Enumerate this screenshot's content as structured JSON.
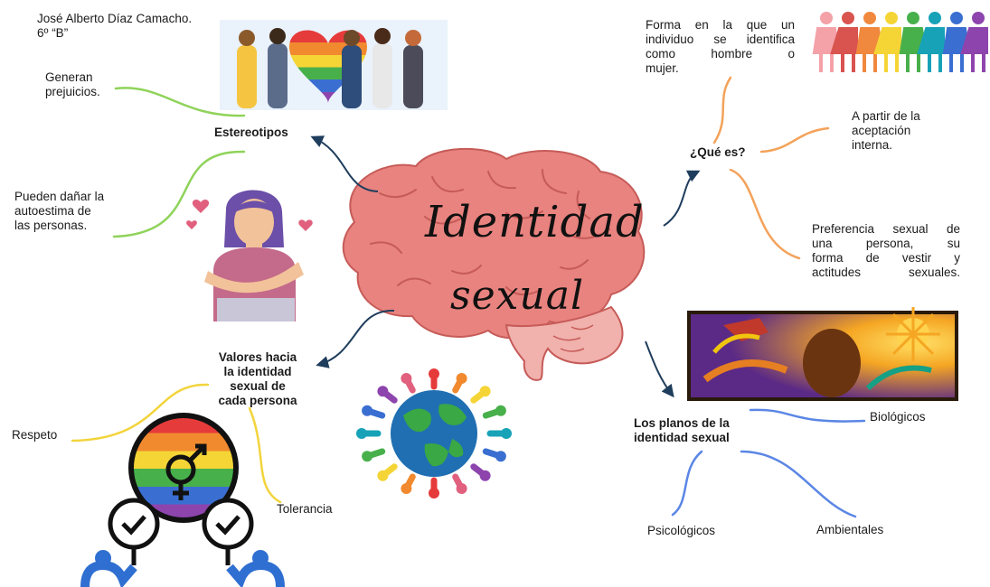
{
  "author": {
    "name": "José Alberto Díaz Camacho.",
    "group": "6º “B”"
  },
  "center": {
    "title_line1": "Identidad",
    "title_line2": "sexual"
  },
  "stereotypes": {
    "heading": "Estereotipos",
    "items": [
      {
        "line1": "Generan",
        "line2": "prejuicios."
      },
      {
        "line1": "Pueden dañar la",
        "line2": "autoestima de",
        "line3": "las personas."
      }
    ]
  },
  "what_is": {
    "heading": "¿Qué es?",
    "items": [
      {
        "line1": "Forma en la que un",
        "line2": "individuo se identifica",
        "line3": "como hombre o",
        "line4": "mujer."
      },
      {
        "line1": "A partir de la",
        "line2": "aceptación",
        "line3": "interna."
      },
      {
        "line1": "Preferencia sexual de",
        "line2": "una persona, su",
        "line3": "forma de vestir y",
        "line4": "actitudes sexuales."
      }
    ]
  },
  "values": {
    "heading_line1": "Valores hacia",
    "heading_line2": "la identidad",
    "heading_line3": "sexual de",
    "heading_line4": "cada persona",
    "items": [
      "Respeto",
      "Tolerancia"
    ]
  },
  "planes": {
    "heading_line1": "Los planos de la",
    "heading_line2": "identidad sexual",
    "items": [
      "Biológicos",
      "Psicológicos",
      "Ambientales"
    ]
  },
  "colors": {
    "brain": "#e8837f",
    "green_branch": "#8fd35a",
    "orange_branch": "#f4a25a",
    "yellow_branch": "#f2d43c",
    "blue_branch": "#5b86e5",
    "arrow": "#1f3d5c"
  },
  "icons": [
    "people-heart-illustration",
    "self-hug-woman-illustration",
    "brain-icon",
    "gender-figures-illustration",
    "painting-illustration",
    "world-people-illustration",
    "gender-symbol-rainbow-icon",
    "check-sign-person-icon"
  ]
}
